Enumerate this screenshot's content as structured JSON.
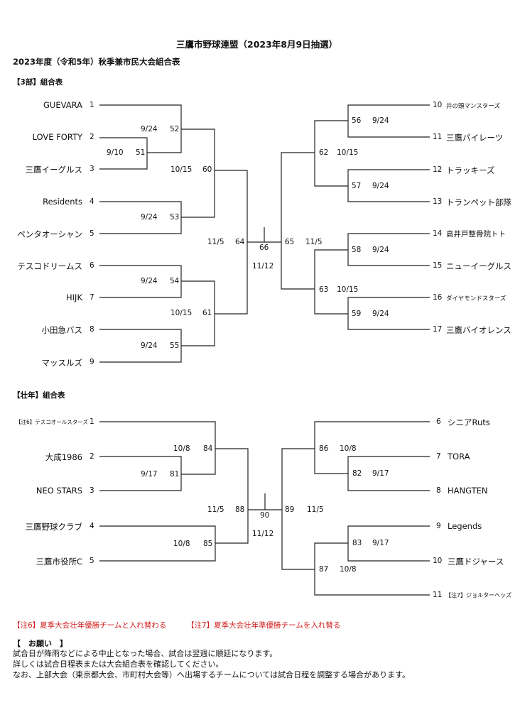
{
  "header": {
    "title": "三鷹市野球連盟（2023年8月9日抽選）",
    "subtitle": "2023年度（令和5年）秋季兼市民大会組合表"
  },
  "div3": {
    "label": "【3部】組合表",
    "left_teams": [
      {
        "name": "GUEVARA",
        "seed": "1"
      },
      {
        "name": "LOVE FORTY",
        "seed": "2"
      },
      {
        "name": "三鷹イーグルス",
        "seed": "3"
      },
      {
        "name": "Residents",
        "seed": "4"
      },
      {
        "name": "ペンタオーシャン",
        "seed": "5"
      },
      {
        "name": "テスコドリームス",
        "seed": "6"
      },
      {
        "name": "HIJK",
        "seed": "7"
      },
      {
        "name": "小田急バス",
        "seed": "8"
      },
      {
        "name": "マッスルズ",
        "seed": "9"
      }
    ],
    "right_teams": [
      {
        "name": "井の頭マンスターズ",
        "seed": "10"
      },
      {
        "name": "三鷹パイレーツ",
        "seed": "11"
      },
      {
        "name": "トラッキーズ",
        "seed": "12"
      },
      {
        "name": "トランペット部隊",
        "seed": "13"
      },
      {
        "name": "高井戸整骨院トト",
        "seed": "14"
      },
      {
        "name": "ニューイーグルス",
        "seed": "15"
      },
      {
        "name": "ダイヤモンドスターズ",
        "seed": "16"
      },
      {
        "name": "三鷹バイオレンス",
        "seed": "17"
      }
    ],
    "games": {
      "g51": {
        "num": "51",
        "date": "9/10"
      },
      "g52": {
        "num": "52",
        "date": "9/24"
      },
      "g53": {
        "num": "53",
        "date": "9/24"
      },
      "g54": {
        "num": "54",
        "date": "9/24"
      },
      "g55": {
        "num": "55",
        "date": "9/24"
      },
      "g60": {
        "num": "60",
        "date": "10/15"
      },
      "g61": {
        "num": "61",
        "date": "10/15"
      },
      "g64": {
        "num": "64",
        "date": "11/5"
      },
      "g56": {
        "num": "56",
        "date": "9/24"
      },
      "g57": {
        "num": "57",
        "date": "9/24"
      },
      "g58": {
        "num": "58",
        "date": "9/24"
      },
      "g59": {
        "num": "59",
        "date": "9/24"
      },
      "g62": {
        "num": "62",
        "date": "10/15"
      },
      "g63": {
        "num": "63",
        "date": "10/15"
      },
      "g65": {
        "num": "65",
        "date": "11/5"
      },
      "g66": {
        "num": "66",
        "date": "11/12"
      }
    }
  },
  "senior": {
    "label": "【壮年】組合表",
    "left_teams": [
      {
        "name": "【注6】テスコオールスターズ",
        "seed": "1"
      },
      {
        "name": "大成1986",
        "seed": "2"
      },
      {
        "name": "NEO STARS",
        "seed": "3"
      },
      {
        "name": "三鷹野球クラブ",
        "seed": "4"
      },
      {
        "name": "三鷹市役所C",
        "seed": "5"
      }
    ],
    "right_teams": [
      {
        "name": "シニアRuts",
        "seed": "6"
      },
      {
        "name": "TORA",
        "seed": "7"
      },
      {
        "name": "HANGTEN",
        "seed": "8"
      },
      {
        "name": "Legends",
        "seed": "9"
      },
      {
        "name": "三鷹ドジャース",
        "seed": "10"
      },
      {
        "name": "【注7】ジョルターヘッズ",
        "seed": "11"
      }
    ],
    "games": {
      "g81": {
        "num": "81",
        "date": "9/17"
      },
      "g84": {
        "num": "84",
        "date": "10/8"
      },
      "g85": {
        "num": "85",
        "date": "10/8"
      },
      "g88": {
        "num": "88",
        "date": "11/5"
      },
      "g82": {
        "num": "82",
        "date": "9/17"
      },
      "g83": {
        "num": "83",
        "date": "9/17"
      },
      "g86": {
        "num": "86",
        "date": "10/8"
      },
      "g87": {
        "num": "87",
        "date": "10/8"
      },
      "g89": {
        "num": "89",
        "date": "11/5"
      },
      "g90": {
        "num": "90",
        "date": "11/12"
      }
    }
  },
  "notes": {
    "note6": "【注6】夏季大会壮年優勝チームと入れ替わる",
    "note7": "【注7】夏季大会壮年準優勝チームを入れ替る"
  },
  "request": {
    "heading": "【　お願い　】",
    "lines": [
      "試合日が降雨などによる中止となった場合、試合は翌週に順延になります。",
      "詳しくは試合日程表または大会組合表を確認してください。",
      "なお、上部大会（東京都大会、市町村大会等）へ出場するチームについては試合日程を調整する場合があります。"
    ]
  }
}
